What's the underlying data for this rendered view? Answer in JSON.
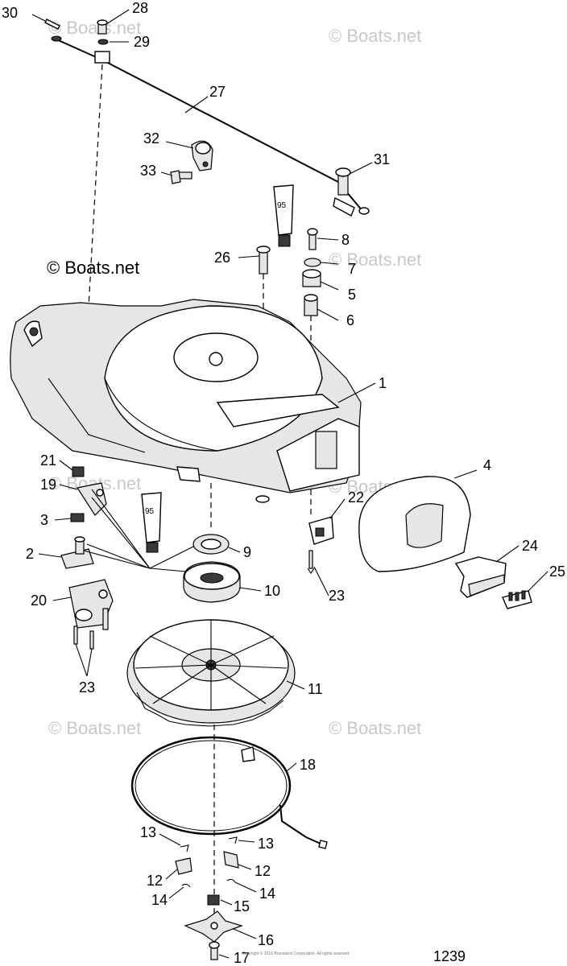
{
  "watermark": "© Boats.net",
  "figure_number": "1239",
  "copyright_note": "Copyright © 2016 Brunswick Corporation. All rights reserved.",
  "tube_label": "95",
  "callouts": {
    "c1": "1",
    "c2": "2",
    "c3": "3",
    "c4": "4",
    "c5": "5",
    "c6": "6",
    "c7": "7",
    "c8": "8",
    "c9": "9",
    "c10": "10",
    "c11": "11",
    "c12a": "12",
    "c12b": "12",
    "c13a": "13",
    "c13b": "13",
    "c14a": "14",
    "c14b": "14",
    "c15": "15",
    "c16": "16",
    "c17": "17",
    "c18": "18",
    "c19": "19",
    "c20": "20",
    "c21": "21",
    "c22": "22",
    "c23a": "23",
    "c23b": "23",
    "c24": "24",
    "c25": "25",
    "c26": "26",
    "c27": "27",
    "c28": "28",
    "c29": "29",
    "c30": "30",
    "c31": "31",
    "c32": "32",
    "c33": "33"
  }
}
